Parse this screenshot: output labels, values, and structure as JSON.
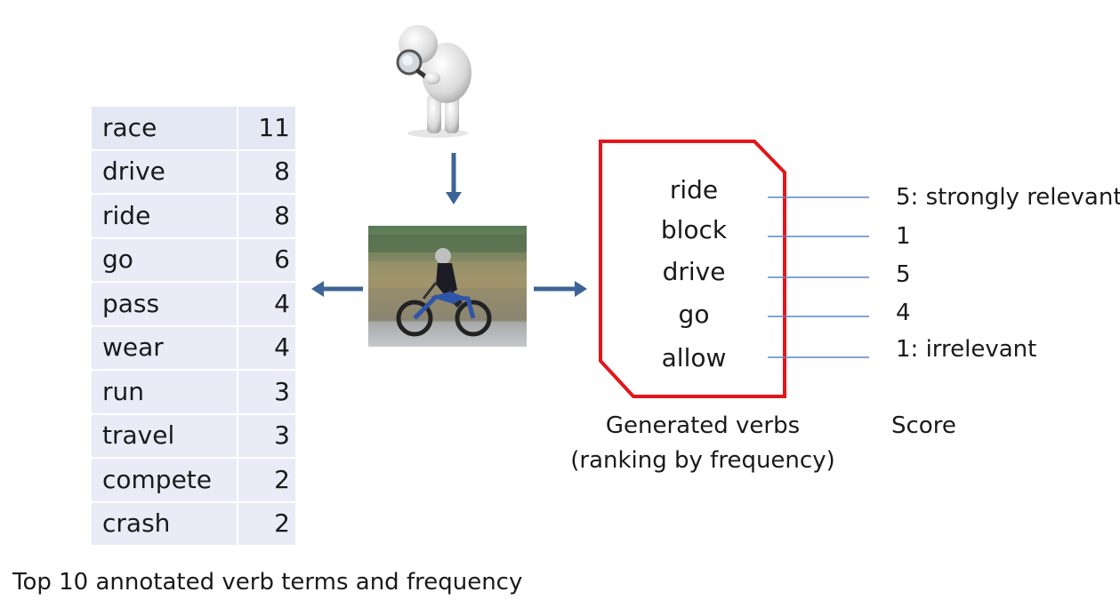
{
  "table": {
    "rows": [
      {
        "term": "race",
        "count": "11"
      },
      {
        "term": "drive",
        "count": "8"
      },
      {
        "term": "ride",
        "count": "8"
      },
      {
        "term": "go",
        "count": "6"
      },
      {
        "term": "pass",
        "count": "4"
      },
      {
        "term": "wear",
        "count": "4"
      },
      {
        "term": "run",
        "count": "3"
      },
      {
        "term": "travel",
        "count": "3"
      },
      {
        "term": "compete",
        "count": "2"
      },
      {
        "term": "crash",
        "count": "2"
      }
    ],
    "caption": "Top 10 annotated verb terms and frequency"
  },
  "generated": {
    "verbs": [
      "ride",
      "block",
      "drive",
      "go",
      "allow"
    ],
    "label_line1": "Generated verbs",
    "label_line2": "(ranking by frequency)"
  },
  "scores": {
    "values": [
      "5: strongly relevant",
      "1",
      "5",
      "4",
      "1: irrelevant"
    ],
    "label": "Score"
  },
  "colors": {
    "arrow": "#3e6497",
    "box_border": "#e3161b",
    "connector": "#5b86c5",
    "table_cell": "#e9ecf6"
  },
  "icons": {
    "figure": "person-with-magnifier-icon",
    "photo": "motorcycle-rider-photo"
  }
}
